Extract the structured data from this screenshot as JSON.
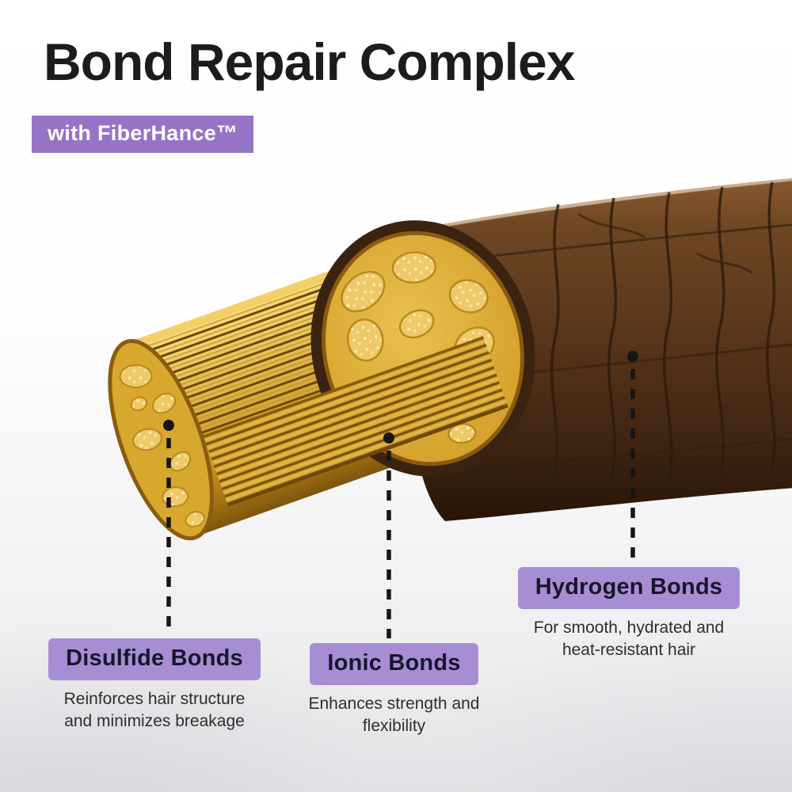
{
  "header": {
    "title": "Bond Repair Complex",
    "badge": "with FiberHance™"
  },
  "annotations": [
    {
      "id": "disulfide",
      "title": "Disulfide Bonds",
      "desc_line1": "Reinforces hair structure",
      "desc_line2": "and minimizes breakage"
    },
    {
      "id": "ionic",
      "title": "Ionic Bonds",
      "desc_line1": "Enhances strength and",
      "desc_line2": "flexibility"
    },
    {
      "id": "hydrogen",
      "title": "Hydrogen Bonds",
      "desc_line1": "For smooth, hydrated and",
      "desc_line2": "heat-resistant hair"
    }
  ],
  "illustration": {
    "name": "hair-strand-cross-section",
    "parts": [
      "cuticle-shaft",
      "cortex-cylinder",
      "cut-face",
      "cell-texture",
      "fiber-bundle"
    ]
  },
  "colors": {
    "badge_purple": "#9574c6",
    "label_purple": "#a78dd4",
    "title_text": "#1c1c1e",
    "label_text": "#17172b",
    "description_text": "#2e2e2e",
    "cuticle_brown": "#56331a",
    "cortex_gold": "#d9a72c",
    "leader_line": "#161616"
  }
}
